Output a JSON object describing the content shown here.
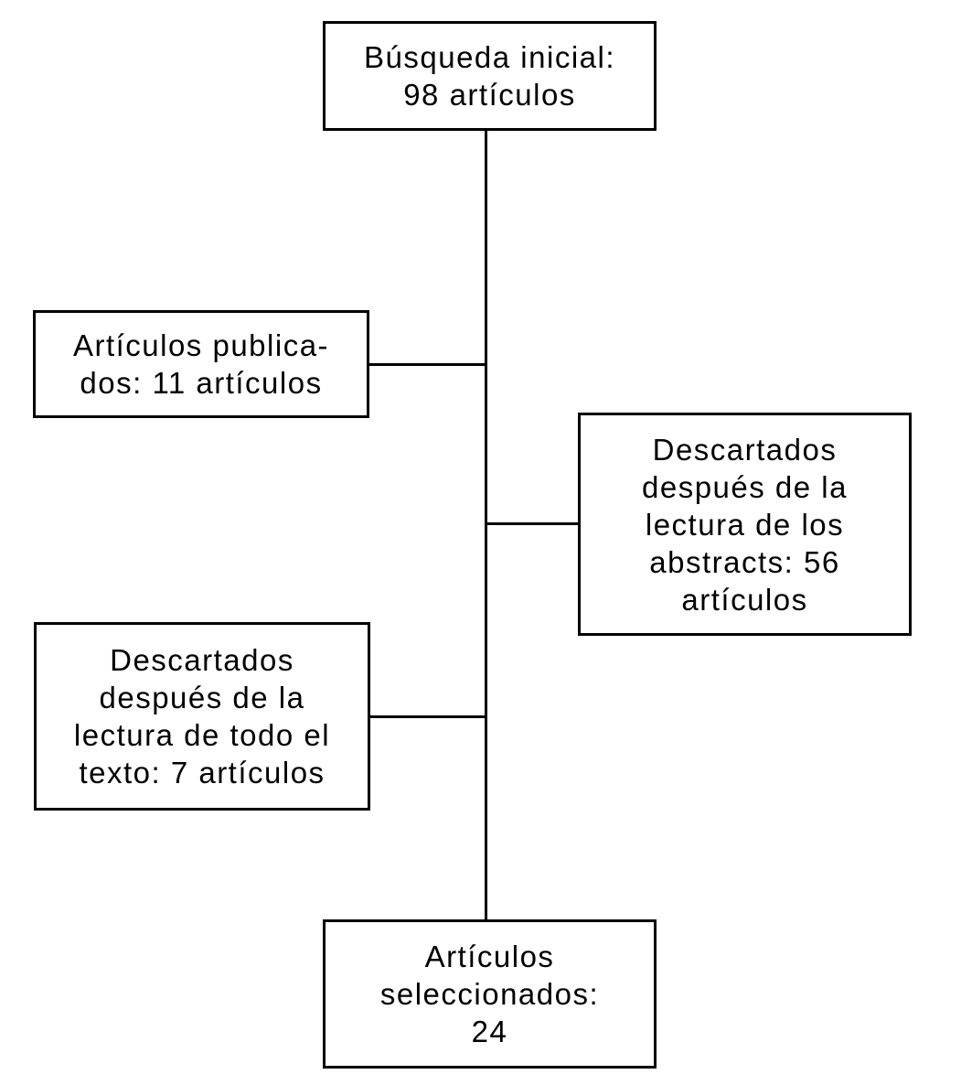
{
  "colors": {
    "background": "#ffffff",
    "box_border": "#000000",
    "text": "#000000",
    "connector": "#000000"
  },
  "flowchart": {
    "type": "article-selection-flow-diagram",
    "language": "es",
    "nodes": [
      {
        "id": "busqueda-inicial",
        "text": "Búsqueda inicial: 98 artículos",
        "count": 98,
        "lines": [
          "Búsqueda inicial:",
          "98 artículos"
        ]
      },
      {
        "id": "articulos-publicados",
        "text": "Artículos publicados: 11 artículos",
        "count": 11,
        "lines": [
          "Artículos publica-",
          "dos: 11 artículos"
        ]
      },
      {
        "id": "descartados-abstracts",
        "text": "Descartados después de la lectura de los abstracts: 56 artículos",
        "count": 56,
        "lines": [
          "Descartados",
          "después de la",
          "lectura de los",
          "abstracts: 56",
          "artículos"
        ]
      },
      {
        "id": "descartados-texto-completo",
        "text": "Descartados después de la lectura de todo el texto: 7 artículos",
        "count": 7,
        "lines": [
          "Descartados",
          "después de la",
          "lectura de todo el",
          "texto: 7 artículos"
        ]
      },
      {
        "id": "articulos-seleccionados",
        "text": "Artículos seleccionados: 24",
        "count": 24,
        "lines": [
          "Artículos",
          "seleccionados:",
          "24"
        ]
      }
    ],
    "edges": [
      {
        "from": "busqueda-inicial",
        "to": "articulos-seleccionados",
        "style": "vertical-trunk"
      },
      {
        "from": "trunk",
        "to": "articulos-publicados",
        "style": "horizontal-branch-left"
      },
      {
        "from": "trunk",
        "to": "descartados-abstracts",
        "style": "horizontal-branch-right"
      },
      {
        "from": "trunk",
        "to": "descartados-texto-completo",
        "style": "horizontal-branch-left"
      }
    ]
  }
}
